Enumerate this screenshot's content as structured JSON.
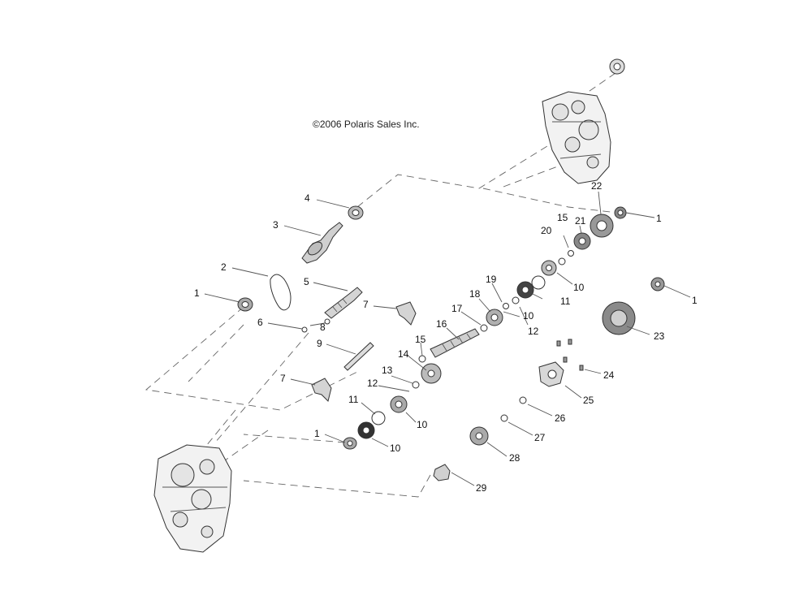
{
  "copyright": "©2006 Polaris Sales Inc.",
  "callouts": {
    "c1a": "1",
    "c1b": "1",
    "c1c": "1",
    "c1d": "1",
    "c2": "2",
    "c3": "3",
    "c4": "4",
    "c5": "5",
    "c6": "6",
    "c7a": "7",
    "c7b": "7",
    "c8": "8",
    "c9": "9",
    "c10a": "10",
    "c10b": "10",
    "c10c": "10",
    "c10d": "10",
    "c11a": "11",
    "c11b": "11",
    "c12a": "12",
    "c12b": "12",
    "c13": "13",
    "c14": "14",
    "c15a": "15",
    "c15b": "15",
    "c16": "16",
    "c17": "17",
    "c18": "18",
    "c19": "19",
    "c20": "20",
    "c21": "21",
    "c22": "22",
    "c23": "23",
    "c24": "24",
    "c25": "25",
    "c26": "26",
    "c27": "27",
    "c28": "28",
    "c29": "29"
  }
}
